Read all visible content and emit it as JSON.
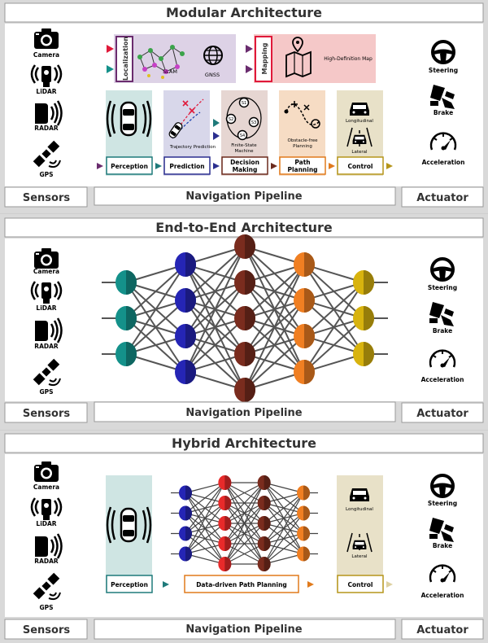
{
  "sections": {
    "modular": {
      "title": "Modular Architecture",
      "sensors_label": "Sensors",
      "pipeline_label": "Navigation Pipeline",
      "actuator_label": "Actuator",
      "localization": {
        "label": "Localization",
        "slam": "SLAM",
        "gnss": "GNSS"
      },
      "mapping": {
        "label": "Mapping",
        "hd_map": "High-Definition Map"
      },
      "modules": [
        {
          "key": "perception",
          "label": "Perception",
          "color": "#1f7a7a",
          "bg": "#cfe5e3"
        },
        {
          "key": "prediction",
          "label": "Prediction",
          "caption": "Trajectory Prediction",
          "color": "#2b2f8f",
          "bg": "#d8d7ea"
        },
        {
          "key": "decision",
          "label_line1": "Decision",
          "label_line2": "Making",
          "caption_line1": "Finite-State",
          "caption_line2": "Machine",
          "color": "#6b2a1d",
          "bg": "#e6d6d2"
        },
        {
          "key": "path",
          "label_line1": "Path",
          "label_line2": "Planning",
          "caption_line1": "Obstacle-free",
          "caption_line2": "Planning",
          "color": "#e07a1c",
          "bg": "#f6dcc4"
        },
        {
          "key": "control",
          "label": "Control",
          "longitudinal": "Longitudinal",
          "lateral": "Lateral",
          "color": "#b5951a",
          "bg": "#e8e1c8"
        }
      ]
    },
    "end_to_end": {
      "title": "End-to-End Architecture",
      "sensors_label": "Sensors",
      "pipeline_label": "Navigation Pipeline",
      "actuator_label": "Actuator",
      "layers": [
        {
          "count": 3,
          "color": "#14918a"
        },
        {
          "count": 4,
          "color": "#2525b5"
        },
        {
          "count": 5,
          "color": "#7a2c1e"
        },
        {
          "count": 4,
          "color": "#f07f22"
        },
        {
          "count": 3,
          "color": "#d8b30e"
        }
      ]
    },
    "hybrid": {
      "title": "Hybrid Architecture",
      "sensors_label": "Sensors",
      "pipeline_label": "Navigation Pipeline",
      "actuator_label": "Actuator",
      "perception_label": "Perception",
      "planning_label": "Data-driven Path Planning",
      "control_label": "Control",
      "longitudinal": "Longitudinal",
      "lateral": "Lateral",
      "layers": [
        {
          "count": 4,
          "color": "#2525b5"
        },
        {
          "count": 5,
          "color": "#e82a2a"
        },
        {
          "count": 5,
          "color": "#7a2c1e"
        },
        {
          "count": 4,
          "color": "#f07f22"
        }
      ]
    }
  },
  "sensors": [
    {
      "label": "Camera",
      "icon": "camera-icon"
    },
    {
      "label": "LiDAR",
      "icon": "lidar-icon"
    },
    {
      "label": "RADAR",
      "icon": "radar-icon"
    },
    {
      "label": "GPS",
      "icon": "satellite-icon"
    }
  ],
  "actuators": [
    {
      "label": "Steering",
      "icon": "steering-wheel-icon"
    },
    {
      "label": "Brake",
      "icon": "brake-pedal-icon"
    },
    {
      "label": "Acceleration",
      "icon": "speedometer-icon"
    }
  ]
}
